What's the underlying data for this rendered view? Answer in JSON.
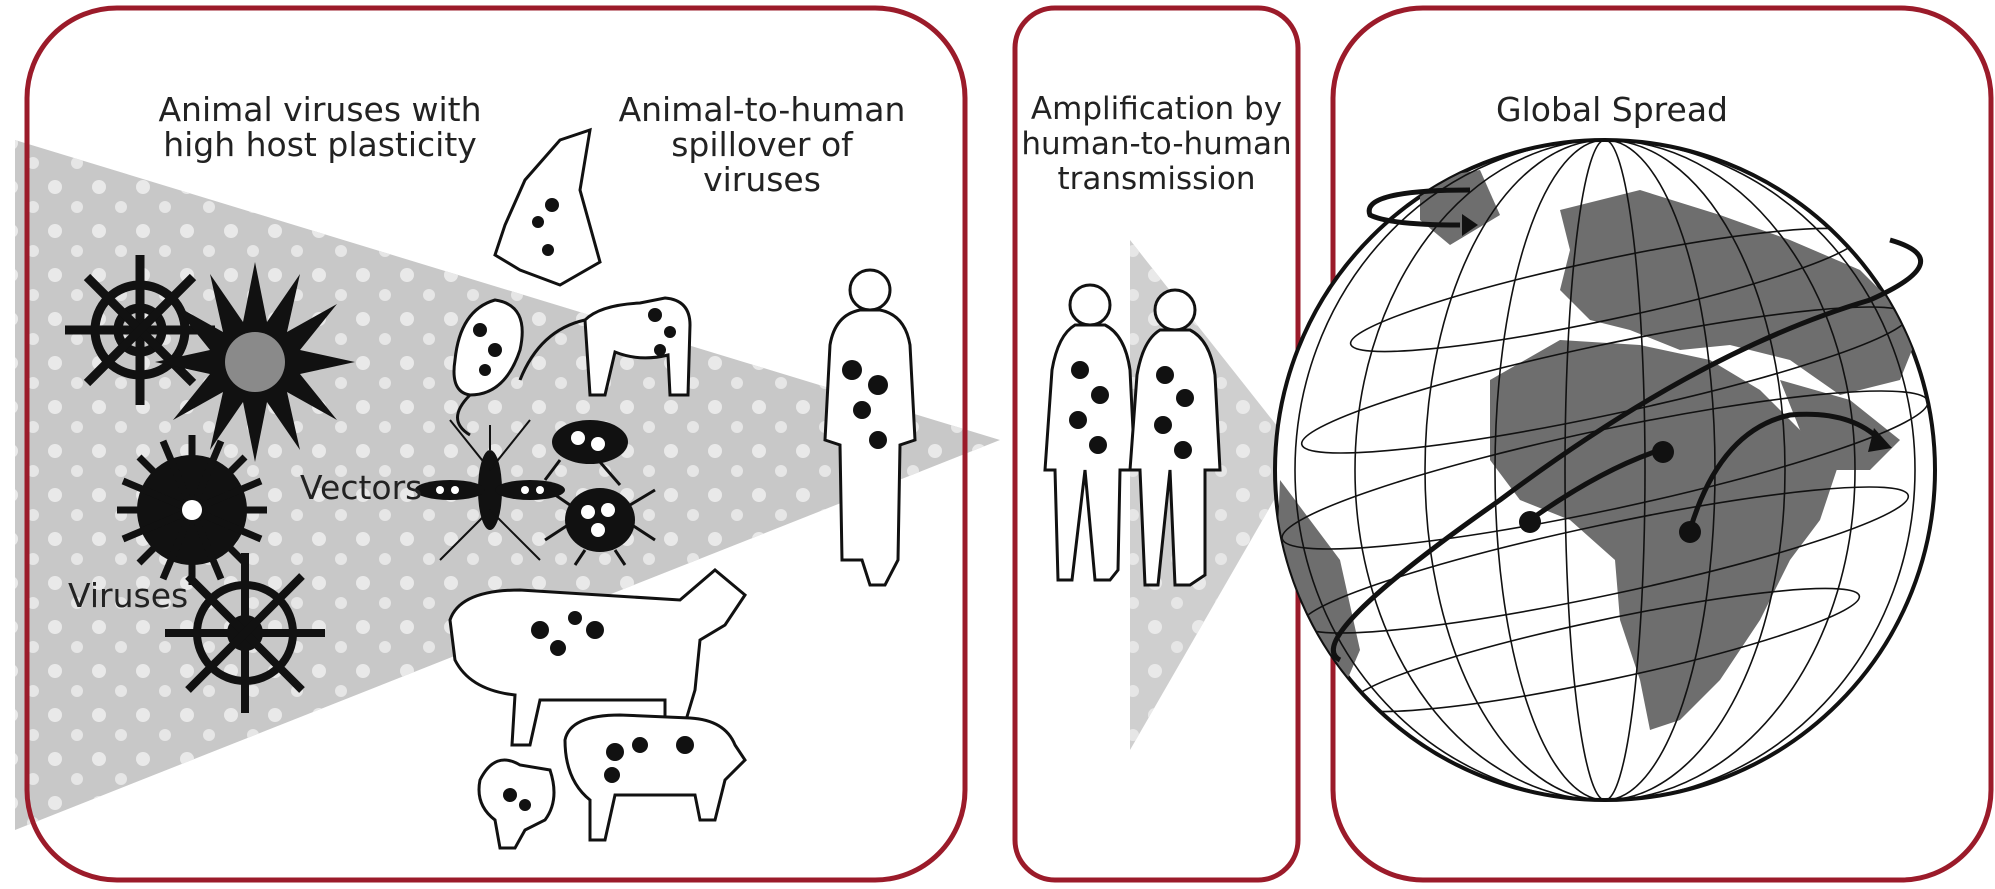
{
  "panels": {
    "origin": {
      "heading_host": "Animal viruses with\nhigh host plasticity",
      "heading_spill": "Animal-to-human\nspillover of\nviruses",
      "vectors_label": "Vectors",
      "viruses_label": "Viruses"
    },
    "amplification": {
      "heading": "Amplification by\nhuman-to-human\ntransmission"
    },
    "spread": {
      "heading": "Global Spread"
    }
  },
  "colors": {
    "frame": "#9b1b2a",
    "arrow": "#c9c9c9",
    "land": "#6e6e6e",
    "ink": "#111111"
  },
  "icons": [
    "virus-icon",
    "bat-icon",
    "rat-icon",
    "monkey-icon",
    "mosquito-icon",
    "flea-icon",
    "tick-icon",
    "human-icon",
    "cow-icon",
    "pig-icon",
    "chicken-icon",
    "globe-icon"
  ]
}
